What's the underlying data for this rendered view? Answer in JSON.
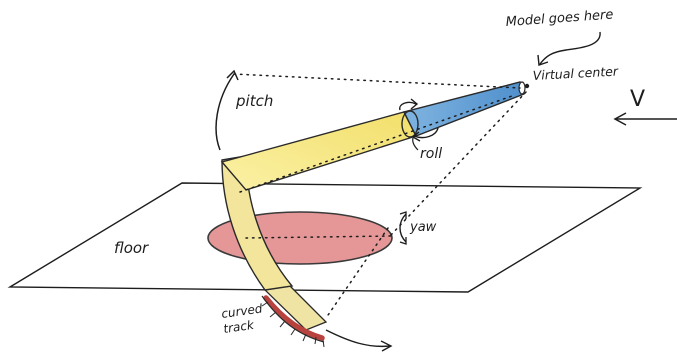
{
  "labels": {
    "model_note": "Model goes here",
    "virtual_center": "Virtual center",
    "v": "V",
    "pitch": "pitch",
    "roll": "roll",
    "yaw": "yaw",
    "floor": "floor",
    "curved_track": [
      "curved",
      "track"
    ]
  },
  "colors": {
    "ink": "#1d1d1d",
    "boom_yellow": "#f3e07a",
    "boom_blue": "#6aa6d8",
    "disc_red": "#e28a8a",
    "track_red": "#c0423f",
    "stand": "#f0e29a"
  }
}
